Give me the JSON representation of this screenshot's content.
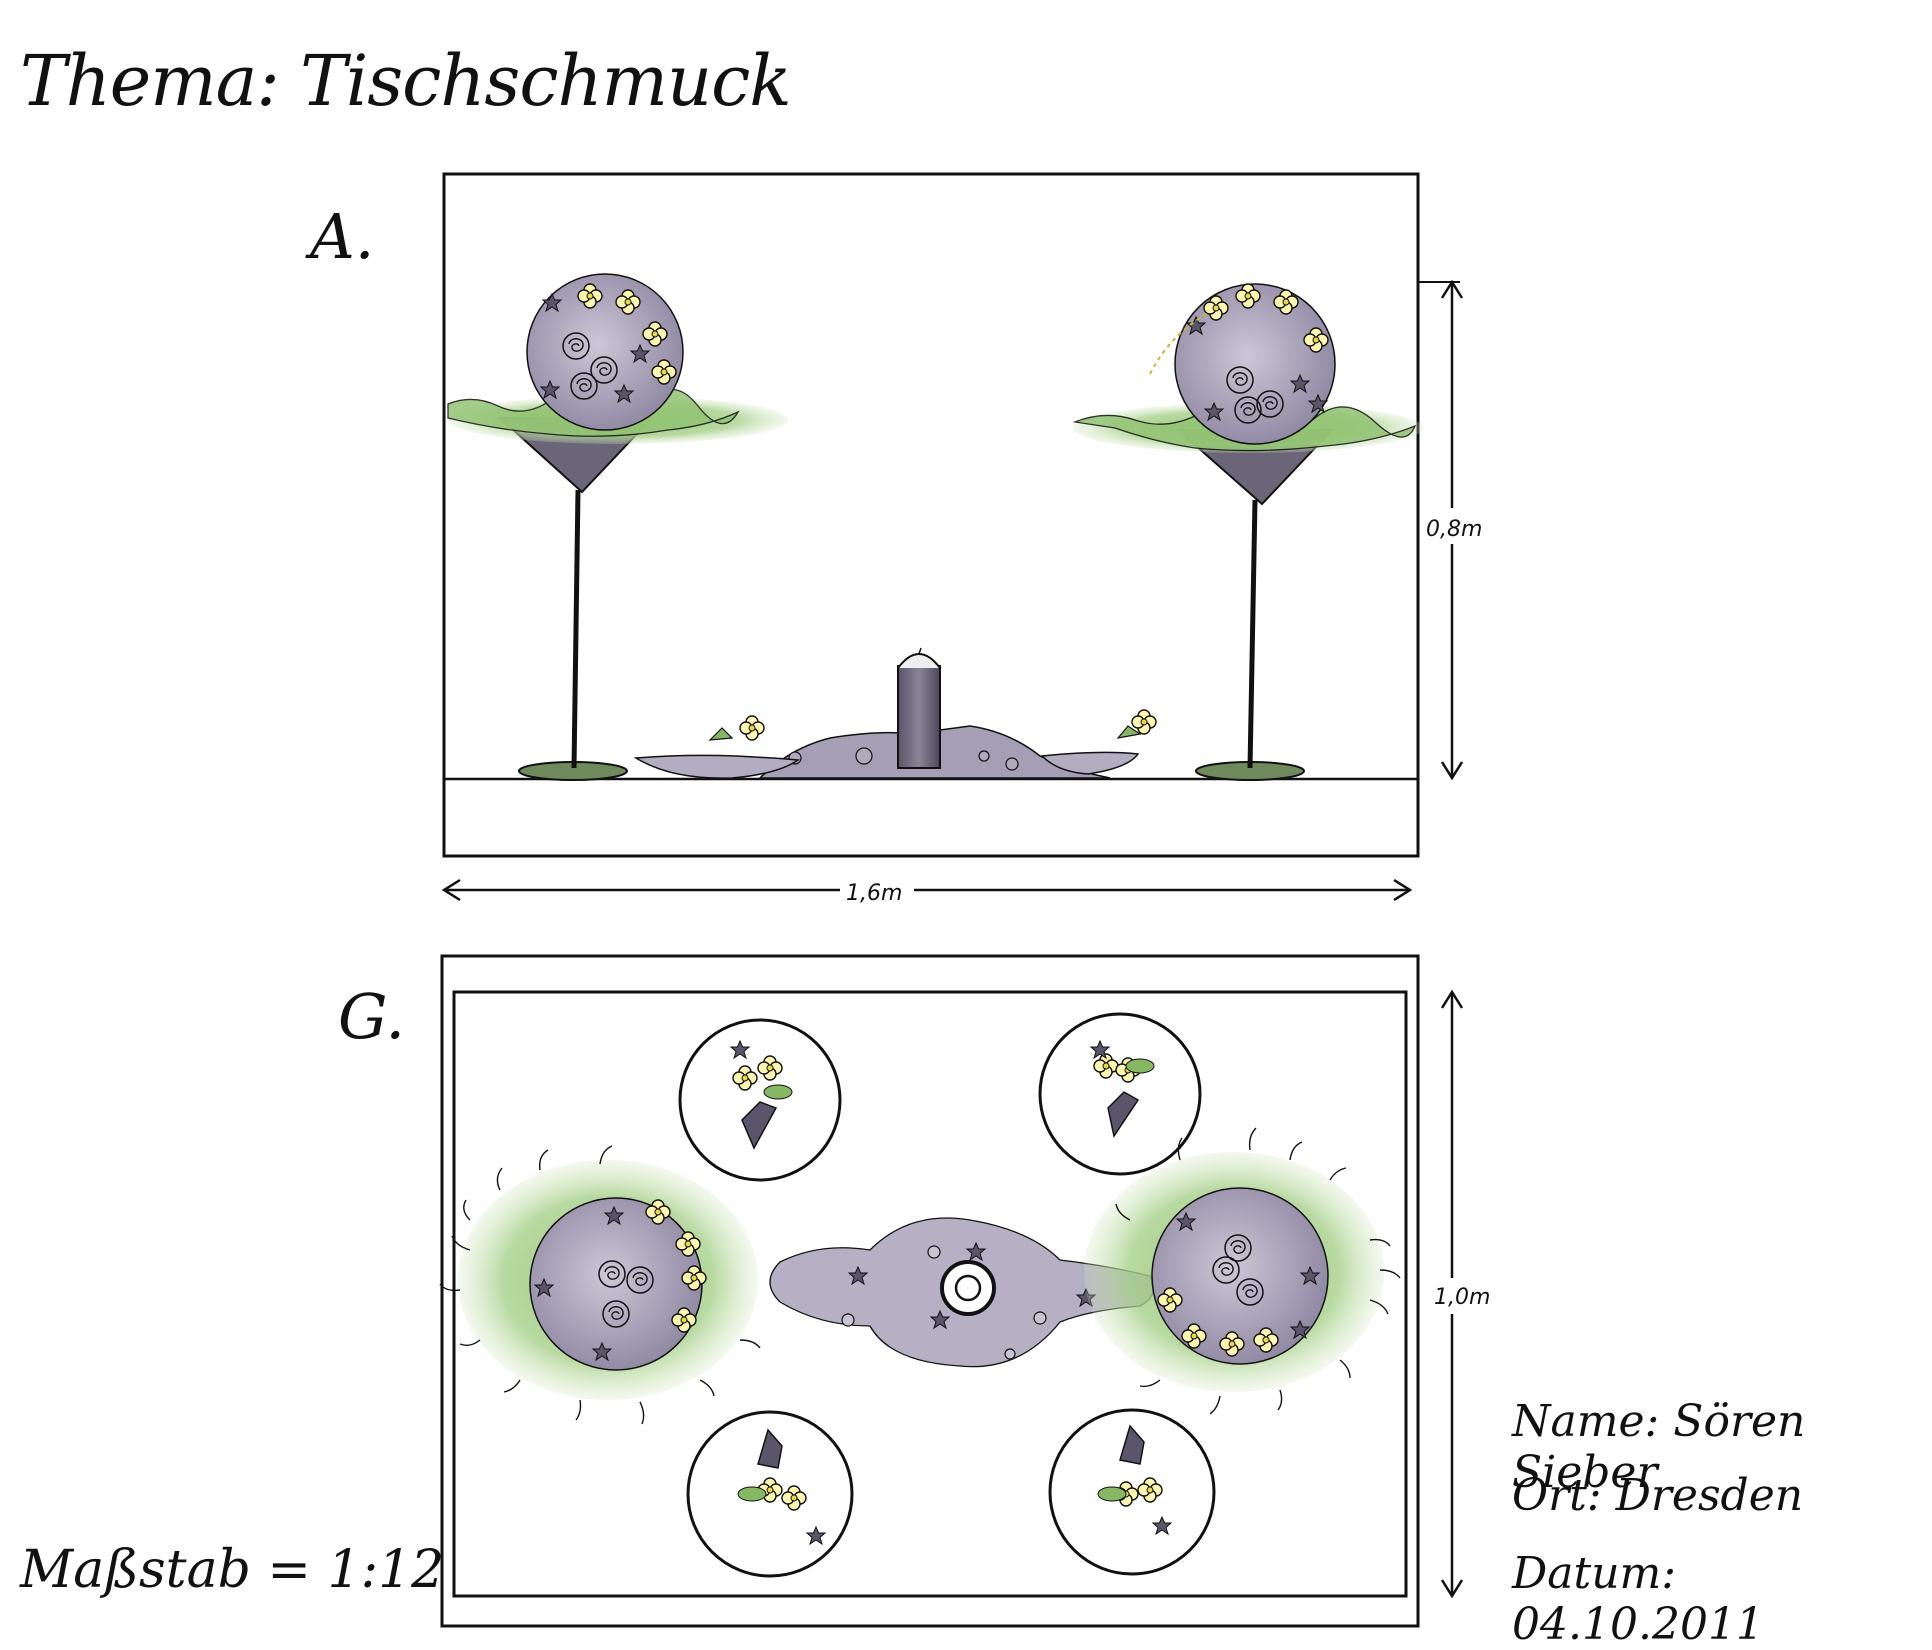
{
  "title": "Thema: Tischschmuck",
  "views": {
    "elevation": {
      "label": "A.",
      "height_dim": "0,8m",
      "width_dim": "1,6m"
    },
    "plan": {
      "label": "G.",
      "height_dim": "1,0m"
    }
  },
  "footer": {
    "name": "Name: Sören Sieber",
    "ort": "Ort: Dresden",
    "datum": "Datum: 04.10.2011"
  },
  "scale": "Maßstab = 1:12",
  "colors": {
    "ink": "#111111",
    "moss": "#7fb85a",
    "moss_light": "#b9d9a0",
    "lavender": "#9d96ad",
    "lavender_light": "#c9c3d4",
    "flower": "#fff7b0"
  }
}
